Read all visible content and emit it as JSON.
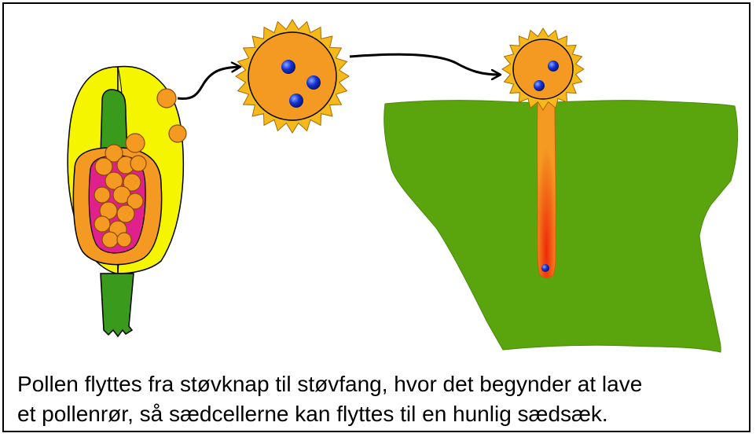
{
  "caption": {
    "line1": "Pollen flyttes fra støvknap til støvfang, hvor det begynder at lave",
    "line2": "et pollenrør, så sædcellerne kan flyttes til en hunlig sædsæk."
  },
  "colors": {
    "anther_yellow": "#f5f500",
    "stem_green": "#3a9a1c",
    "pollen_orange": "#f49a22",
    "sac_magenta": "#e0208c",
    "stigma_green": "#5aa50e",
    "sun_ray": "#f5b91e",
    "nucleus_blue": "#1432d2",
    "tube_red": "#f03c14"
  },
  "icons": [
    "anther-illustration",
    "pollen-grain-icon",
    "stigma-illustration",
    "arrow-icon"
  ]
}
